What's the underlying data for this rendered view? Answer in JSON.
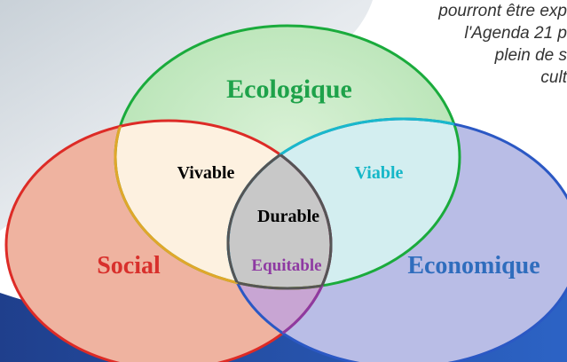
{
  "background_text": {
    "lines": [
      "pourront être exp",
      "l'Agenda 21 p",
      "plein de s",
      "cult"
    ]
  },
  "diagram": {
    "circles": [
      {
        "label": "Ecologique",
        "fill": "#b5e3b3",
        "stroke": "#1aab3c",
        "text_color": "#1ea24a"
      },
      {
        "label": "Social",
        "fill": "#efb3a0",
        "stroke": "#dd2b26",
        "text_color": "#d8302c"
      },
      {
        "label": "Economique",
        "fill": "#b9bde6",
        "stroke": "#2b58c4",
        "text_color": "#2f6dbd"
      }
    ],
    "intersections": {
      "ecologique_social": {
        "label": "Vivable",
        "text_color": "#000000",
        "fill": "#fdf1e0",
        "stroke": "#e1a72a"
      },
      "ecologique_economique": {
        "label": "Viable",
        "text_color": "#15b7c8",
        "fill": "#d3eef0",
        "stroke": "#19b9cb"
      },
      "social_economique": {
        "label": "Equitable",
        "text_color": "#8e3aa2",
        "fill": "#c8a5d3",
        "stroke": "#8d3aa1"
      },
      "center": {
        "label": "Durable",
        "text_color": "#000000",
        "fill": "#c8c8c8",
        "stroke": "#555555"
      }
    }
  }
}
